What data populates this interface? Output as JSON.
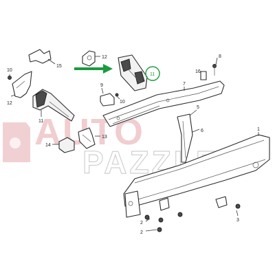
{
  "diagram": {
    "callouts": {
      "c1": "1",
      "c2a": "2",
      "c2b": "2",
      "c3": "3",
      "c5": "5",
      "c6": "6",
      "c7": "7",
      "c8": "8",
      "c9": "9",
      "c10a": "10",
      "c10b": "10",
      "c11a": "11",
      "c11b": "11",
      "c12a": "12",
      "c12b": "12",
      "c13": "13",
      "c14": "14",
      "c15": "15",
      "c16": "16"
    },
    "highlight_color": "#1a9b3c",
    "arrow_color": "#1a9b3c"
  },
  "watermark": {
    "line1": "AUTO",
    "line2": "PAZZLE",
    "color": "#d2646e"
  }
}
